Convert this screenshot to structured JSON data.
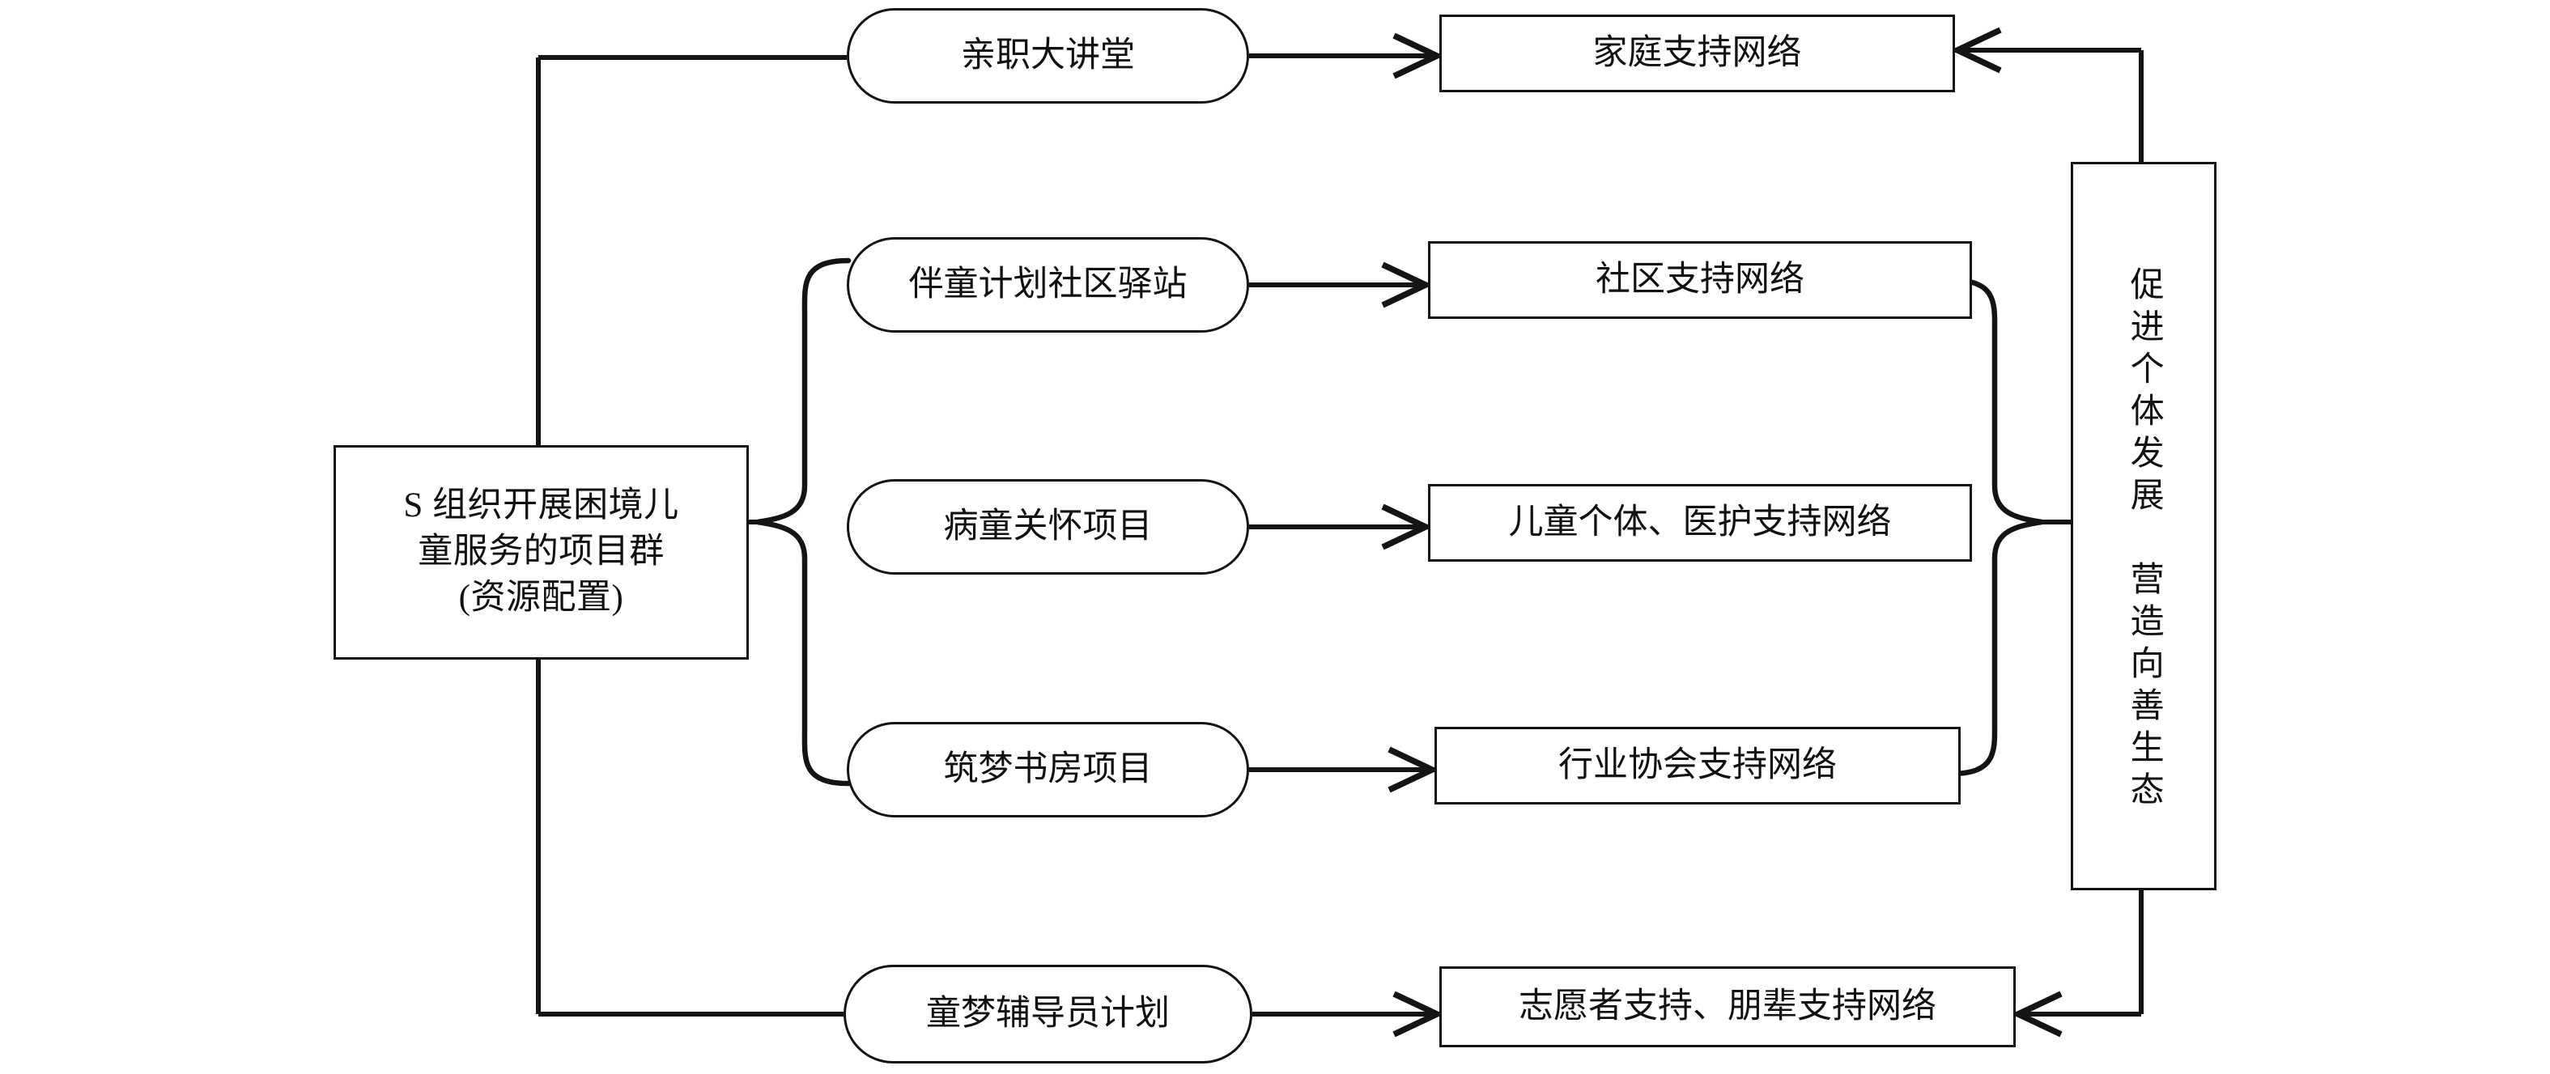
{
  "diagram": {
    "title": "S 组织开展困境儿童服务的项目群资源配置与支持网络图",
    "line_color": "#141414",
    "background_color": "#ffffff",
    "source": {
      "label": "S 组织开展困境儿\n童服务的项目群\n(资源配置)",
      "shape": "rectangle"
    },
    "programs": [
      {
        "label": "亲职大讲堂",
        "shape": "rounded-rectangle"
      },
      {
        "label": "伴童计划社区驿站",
        "shape": "rounded-rectangle"
      },
      {
        "label": "病童关怀项目",
        "shape": "rounded-rectangle"
      },
      {
        "label": "筑梦书房项目",
        "shape": "rounded-rectangle"
      },
      {
        "label": "童梦辅导员计划",
        "shape": "rounded-rectangle"
      }
    ],
    "networks": [
      {
        "label": "家庭支持网络",
        "shape": "rectangle"
      },
      {
        "label": "社区支持网络",
        "shape": "rectangle"
      },
      {
        "label": "儿童个体、医护支持网络",
        "shape": "rectangle"
      },
      {
        "label": "行业协会支持网络",
        "shape": "rectangle"
      },
      {
        "label": "志愿者支持、朋辈支持网络",
        "shape": "rectangle"
      }
    ],
    "outcome": {
      "label": "促进个体发展　营造向善生态",
      "shape": "rectangle",
      "orientation": "vertical"
    },
    "connectors": [
      {
        "from": "source",
        "to": "亲职大讲堂",
        "type": "elbow-line",
        "arrow": false
      },
      {
        "from": "source",
        "to": "伴童计划社区驿站",
        "type": "brace",
        "arrow": false
      },
      {
        "from": "source",
        "to": "病童关怀项目",
        "type": "brace",
        "arrow": false
      },
      {
        "from": "source",
        "to": "筑梦书房项目",
        "type": "brace",
        "arrow": false
      },
      {
        "from": "source",
        "to": "童梦辅导员计划",
        "type": "elbow-line",
        "arrow": false
      },
      {
        "from": "亲职大讲堂",
        "to": "家庭支持网络",
        "type": "straight",
        "arrow": true
      },
      {
        "from": "伴童计划社区驿站",
        "to": "社区支持网络",
        "type": "straight",
        "arrow": true
      },
      {
        "from": "病童关怀项目",
        "to": "儿童个体、医护支持网络",
        "type": "straight",
        "arrow": true
      },
      {
        "from": "筑梦书房项目",
        "to": "行业协会支持网络",
        "type": "straight",
        "arrow": true
      },
      {
        "from": "童梦辅导员计划",
        "to": "志愿者支持、朋辈支持网络",
        "type": "straight",
        "arrow": true
      },
      {
        "from": "社区支持网络",
        "to": "outcome",
        "type": "brace",
        "arrow": false
      },
      {
        "from": "儿童个体、医护支持网络",
        "to": "outcome",
        "type": "brace",
        "arrow": false
      },
      {
        "from": "行业协会支持网络",
        "to": "outcome",
        "type": "brace",
        "arrow": false
      },
      {
        "from": "outcome",
        "to": "家庭支持网络",
        "type": "elbow-line",
        "arrow": true
      },
      {
        "from": "outcome",
        "to": "志愿者支持、朋辈支持网络",
        "type": "elbow-line",
        "arrow": true
      }
    ]
  }
}
